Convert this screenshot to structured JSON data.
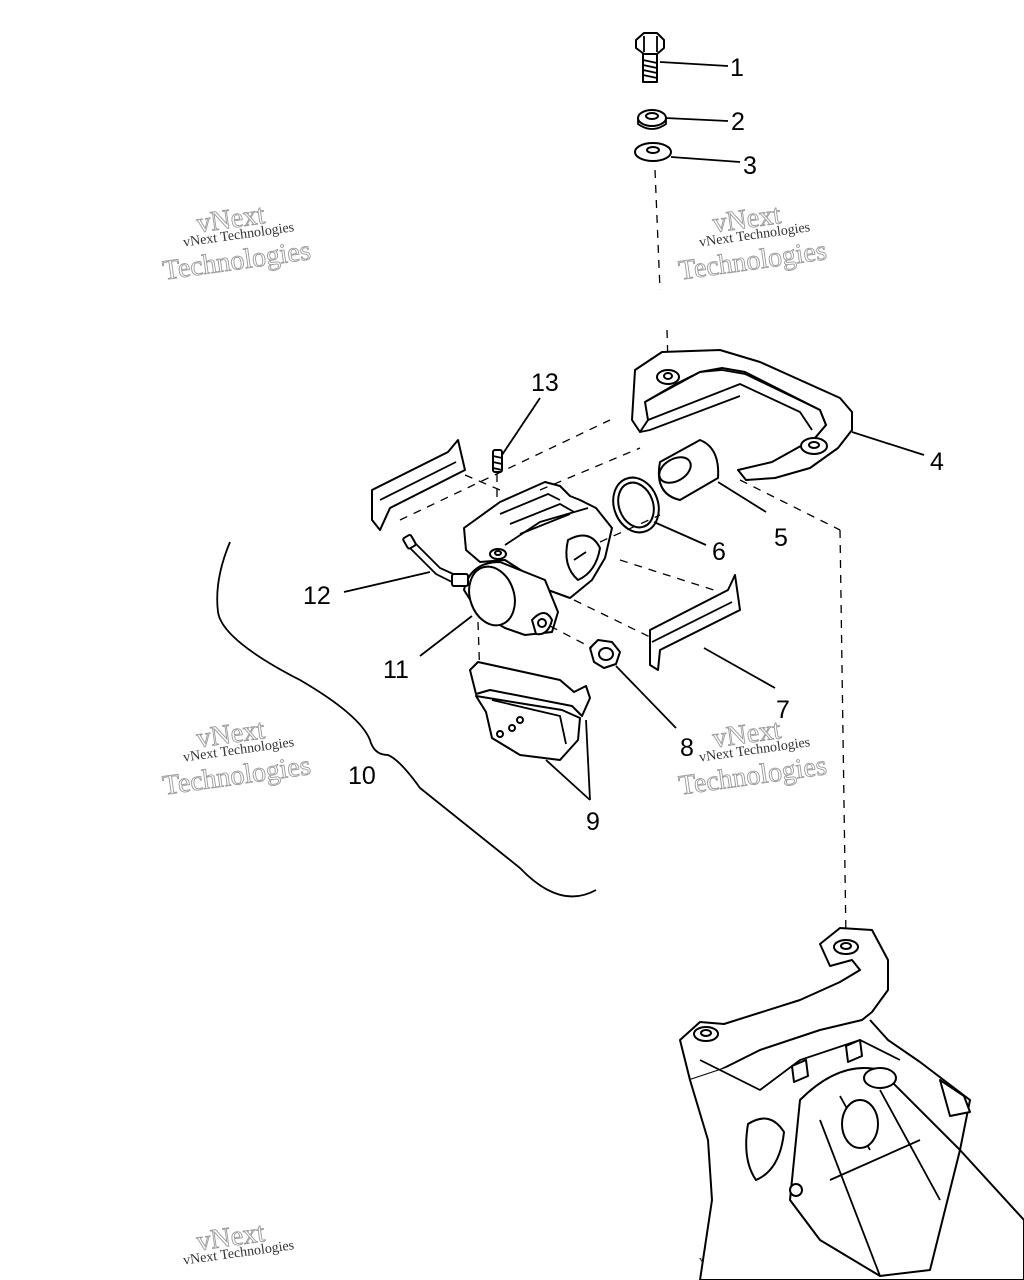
{
  "callouts": [
    "1",
    "2",
    "3",
    "4",
    "5",
    "6",
    "7",
    "8",
    "9",
    "10",
    "11",
    "12",
    "13"
  ],
  "watermark": {
    "line1": "vNext",
    "line2": "vNext Technologies",
    "line3": "Technologies"
  }
}
